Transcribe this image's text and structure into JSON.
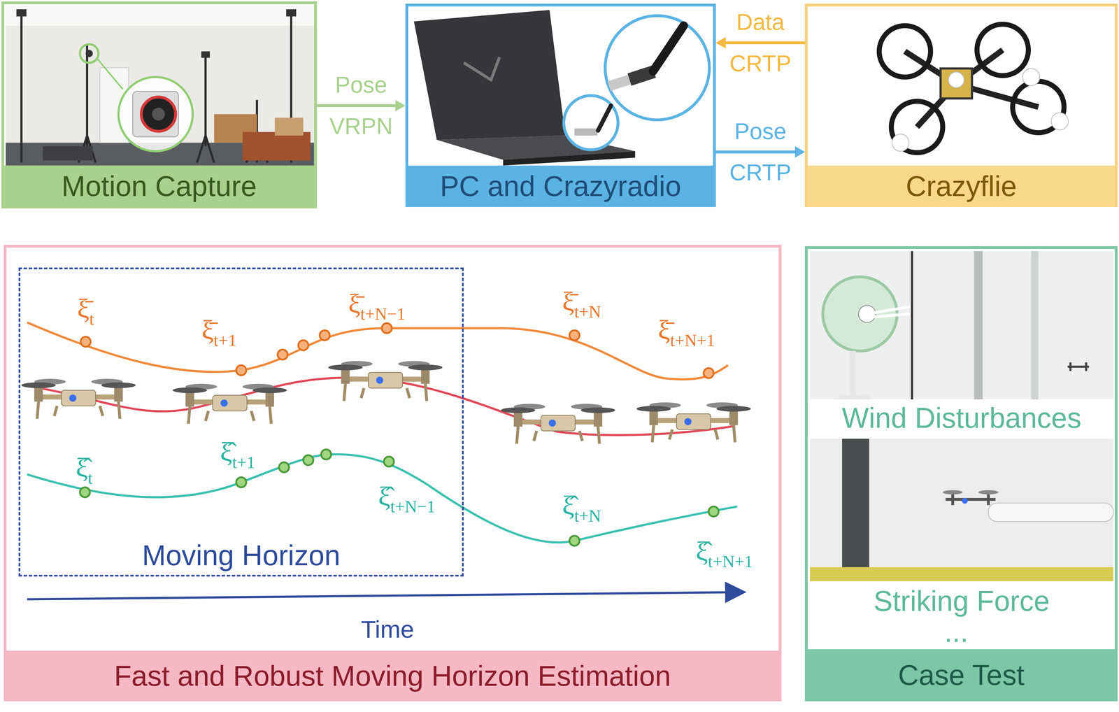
{
  "diagram": {
    "nodes": [
      {
        "text": [
          "Motion Capture"
        ]
      },
      {
        "text": [
          "PC and Crazyradio"
        ]
      },
      {
        "text": [
          "Crazyflie"
        ]
      },
      {
        "text": [
          "Fast and Robust Moving Horizon Estimation"
        ]
      },
      {
        "text": [
          "Moving Horizon"
        ],
        "in": 3
      },
      {
        "text": [
          "Case Test"
        ]
      },
      {
        "text": [
          "Wind Disturbances"
        ],
        "in": 5
      },
      {
        "text": [
          "Striking Force"
        ],
        "in": 5
      }
    ],
    "edges": [
      {
        "from": 0,
        "to": 1,
        "label": "Pose VRPN",
        "arrow": "to"
      },
      {
        "from": 2,
        "to": 1,
        "label": "Data CRTP",
        "arrow": "to"
      },
      {
        "from": 1,
        "to": 2,
        "label": "Pose CRTP",
        "arrow": "to"
      }
    ],
    "labels": [
      "ξ̄t",
      "ξ̄t+1",
      "ξ̄t+N−1",
      "ξ̄t+N",
      "ξ̄t+N+1",
      "ξ̂t",
      "ξ̂t+1",
      "ξ̂t+N−1",
      "ξ̂t+N",
      "ξ̂t+N+1",
      "Time",
      "..."
    ]
  }
}
